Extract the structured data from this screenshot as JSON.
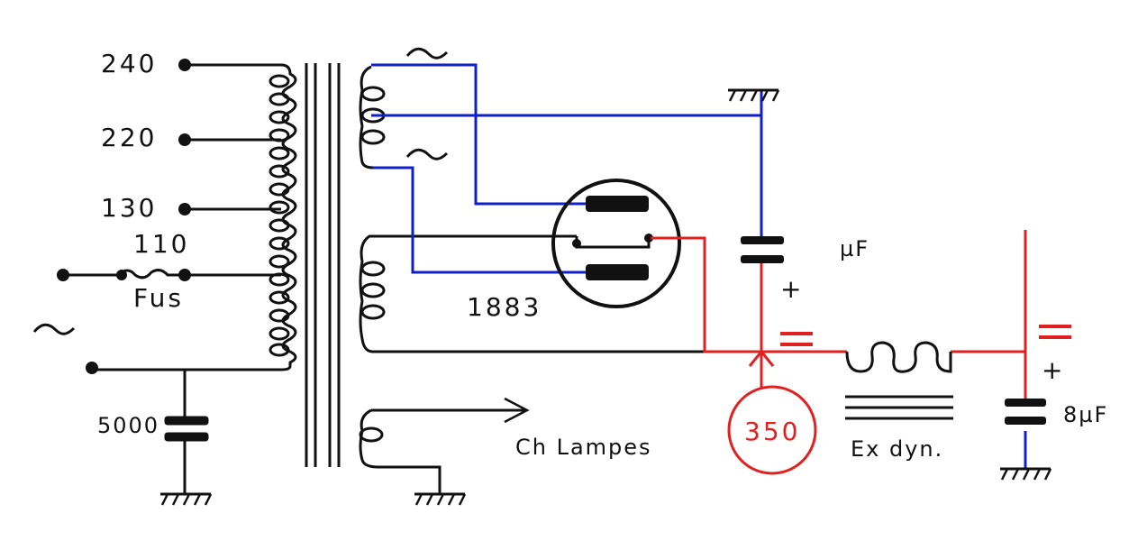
{
  "colors": {
    "ink": "#111111",
    "blue": "#1020c8",
    "red": "#e32020"
  },
  "taps": [
    "240",
    "220",
    "130",
    "110"
  ],
  "labels": {
    "fuse": "Fus",
    "tube": "1883",
    "capacitor_uf": "µF",
    "plus": "+",
    "filter_cap": "8µF",
    "field_coil": "Ex dyn.",
    "heater": "Ch Lampes",
    "mains_cap": "5000",
    "voltage": "350",
    "equals": "="
  },
  "symbols": [
    "tilde-symbol",
    "ground-symbol"
  ]
}
